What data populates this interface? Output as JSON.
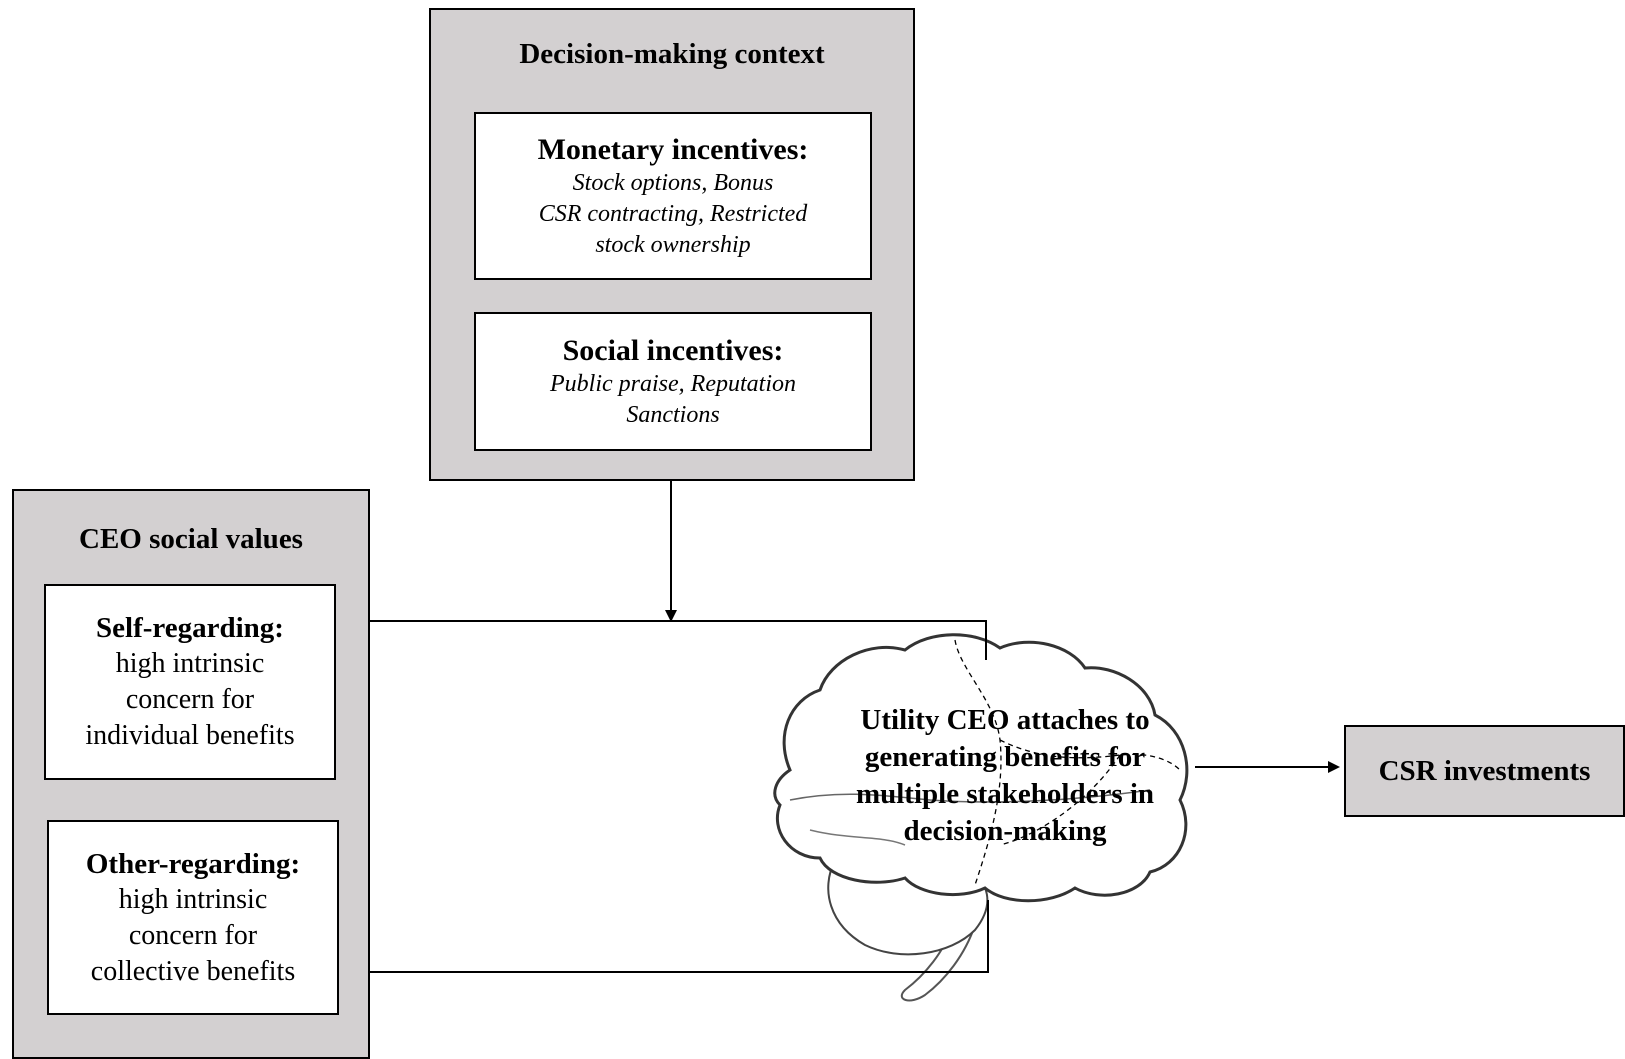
{
  "decision_context": {
    "title": "Decision-making context",
    "monetary": {
      "heading": "Monetary incentives:",
      "lines": [
        "Stock options, Bonus",
        "CSR contracting, Restricted",
        "stock ownership"
      ]
    },
    "social": {
      "heading": "Social incentives:",
      "lines": [
        "Public praise, Reputation",
        "Sanctions"
      ]
    }
  },
  "ceo_values": {
    "title": "CEO social values",
    "self": {
      "heading": "Self-regarding:",
      "lines": [
        "high intrinsic",
        "concern for",
        "individual benefits"
      ]
    },
    "other": {
      "heading": "Other-regarding:",
      "lines": [
        "high intrinsic",
        "concern for",
        "collective benefits"
      ]
    }
  },
  "utility": {
    "lines": [
      "Utility CEO attaches to",
      "generating benefits for",
      "multiple stakeholders in",
      "decision-making"
    ]
  },
  "outcome": {
    "label": "CSR investments"
  },
  "colors": {
    "panel_grey": "#d3d0d1",
    "line": "#000000",
    "box_fill": "#ffffff"
  },
  "icons": {
    "brain": "brain-icon"
  }
}
